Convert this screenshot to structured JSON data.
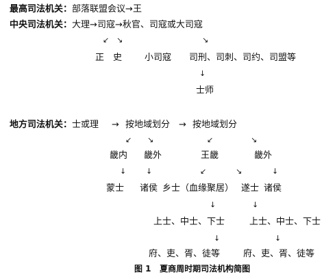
{
  "top": {
    "label": "最高司法机关：",
    "value": "部落联盟会议",
    "arrow": "→",
    "value2": "王"
  },
  "central": {
    "label": "中央司法机关：",
    "chain": [
      "大理",
      "司寇",
      "秋官、司寇或大司寇"
    ],
    "arrow": "→",
    "branch1": "正　史",
    "branch2": "小司寇",
    "branch3": "司刑、司刺、司约、司盟等",
    "sub3": "士师"
  },
  "local": {
    "label": "地方司法机关：",
    "chain": [
      "士或理",
      "按地域划分",
      "按地域划分"
    ],
    "arrow": "→",
    "jinei": "畿内",
    "jiwai_a": "畿外",
    "wangji": "王畿",
    "jiwai_b": "畿外",
    "mengshi": "蒙士",
    "zhuhou_a": "诸侯",
    "xiangshi": "乡士（血缘聚居）",
    "suishi": "遂士",
    "zhuhou_b": "诸侯",
    "ranks_a": "上士、中士、下士",
    "ranks_b": "上士、中士、下士",
    "staff_a": "府、吏、胥、徒等",
    "staff_b": "府、吏、胥、徒等"
  },
  "glyphs": {
    "down": "↓",
    "dl": "↙",
    "dr": "↘"
  },
  "caption": {
    "fig": "图 1",
    "title": "夏商周时期司法机构简图"
  }
}
